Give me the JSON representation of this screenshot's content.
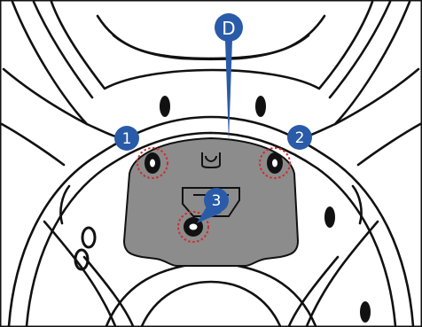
{
  "callouts": {
    "d": "D",
    "one": "1",
    "two": "2",
    "three": "3"
  },
  "colors": {
    "callout_fill": "#2a5ba8",
    "plate_fill": "#8c8c8c",
    "highlight_ring": "#d42a2a",
    "line": "#111111"
  }
}
